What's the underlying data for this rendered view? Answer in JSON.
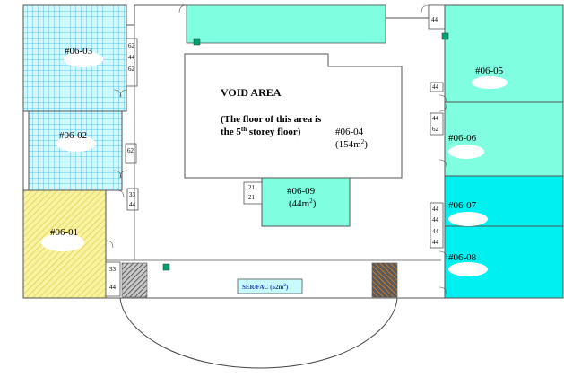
{
  "units": {
    "u0601": {
      "label": "#06-01"
    },
    "u0602": {
      "label": "#06-02"
    },
    "u0603": {
      "label": "#06-03"
    },
    "u0604": {
      "label": "#06-04",
      "area": "(154m",
      "area_sup": "2",
      "area_close": ")"
    },
    "u0605": {
      "label": "#06-05"
    },
    "u0606": {
      "label": "#06-06"
    },
    "u0607": {
      "label": "#06-07"
    },
    "u0608": {
      "label": "#06-08"
    },
    "u0609": {
      "label": "#06-09",
      "area": "(44m",
      "area_sup": "2",
      "area_close": ")"
    }
  },
  "void": {
    "title": "VOID AREA",
    "note_line1": "(The floor of this area is",
    "note_line2_pre": "the 5",
    "note_line2_sup": "th",
    "note_line2_post": " storey floor)"
  },
  "service": {
    "label": "SER/FAC (52m",
    "sup": "2",
    "close": ")"
  },
  "tags": {
    "t0603a": "62",
    "t0603b": "44",
    "t0603c": "62",
    "t0602": "62",
    "t0601a": "33",
    "t0601b": "44",
    "tEntrA": "33",
    "tEntrB": "44",
    "t0609a": "21",
    "t0609b": "21",
    "tTopRight": "44",
    "t0605": "44",
    "t0606a": "44",
    "t0606b": "62",
    "t0607a": "44",
    "t0607b": "44",
    "t0608a": "44",
    "t0608b": "44"
  },
  "colors": {
    "grid_blue": "#2fb8e6",
    "light_cyan": "#d8f7fb",
    "mint": "#7fffe0",
    "cyan": "#00f0f0",
    "yellow": "#f7f3a0",
    "hatch_dark": "#5a5a5a",
    "hatch_orange": "#f08a20",
    "marker_green": "#00a070"
  }
}
